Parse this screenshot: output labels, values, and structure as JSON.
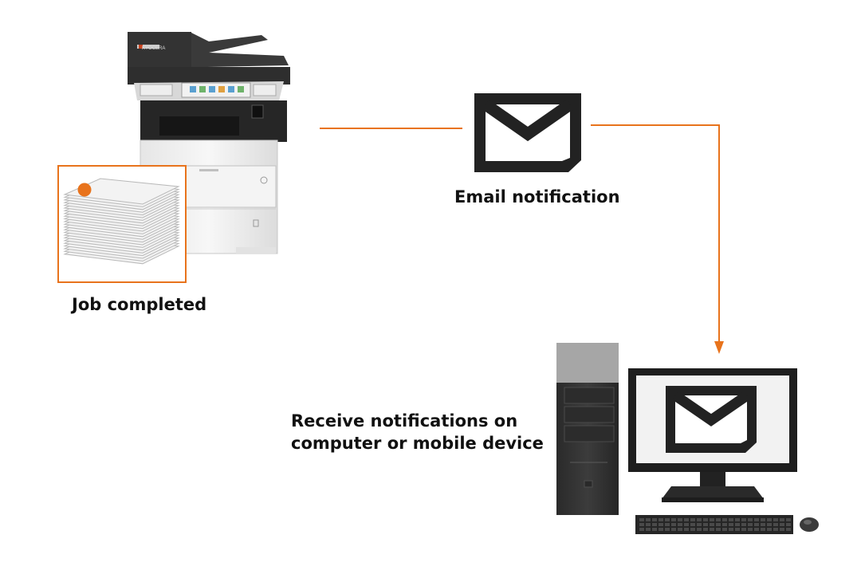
{
  "labels": {
    "job_completed": "Job completed",
    "email_notification": "Email notification",
    "receive_line1": "Receive notifications on",
    "receive_line2": "computer or mobile device"
  },
  "printer": {
    "brand_text": "KYOCERA"
  },
  "icons": {
    "mail": "envelope-icon",
    "printer": "printer-icon",
    "paper": "paper-stack-icon",
    "computer": "desktop-computer-icon"
  },
  "colors": {
    "accent": "#e8731c",
    "dark": "#222222",
    "tower_top": "#a6a6a6",
    "text": "#111111"
  }
}
